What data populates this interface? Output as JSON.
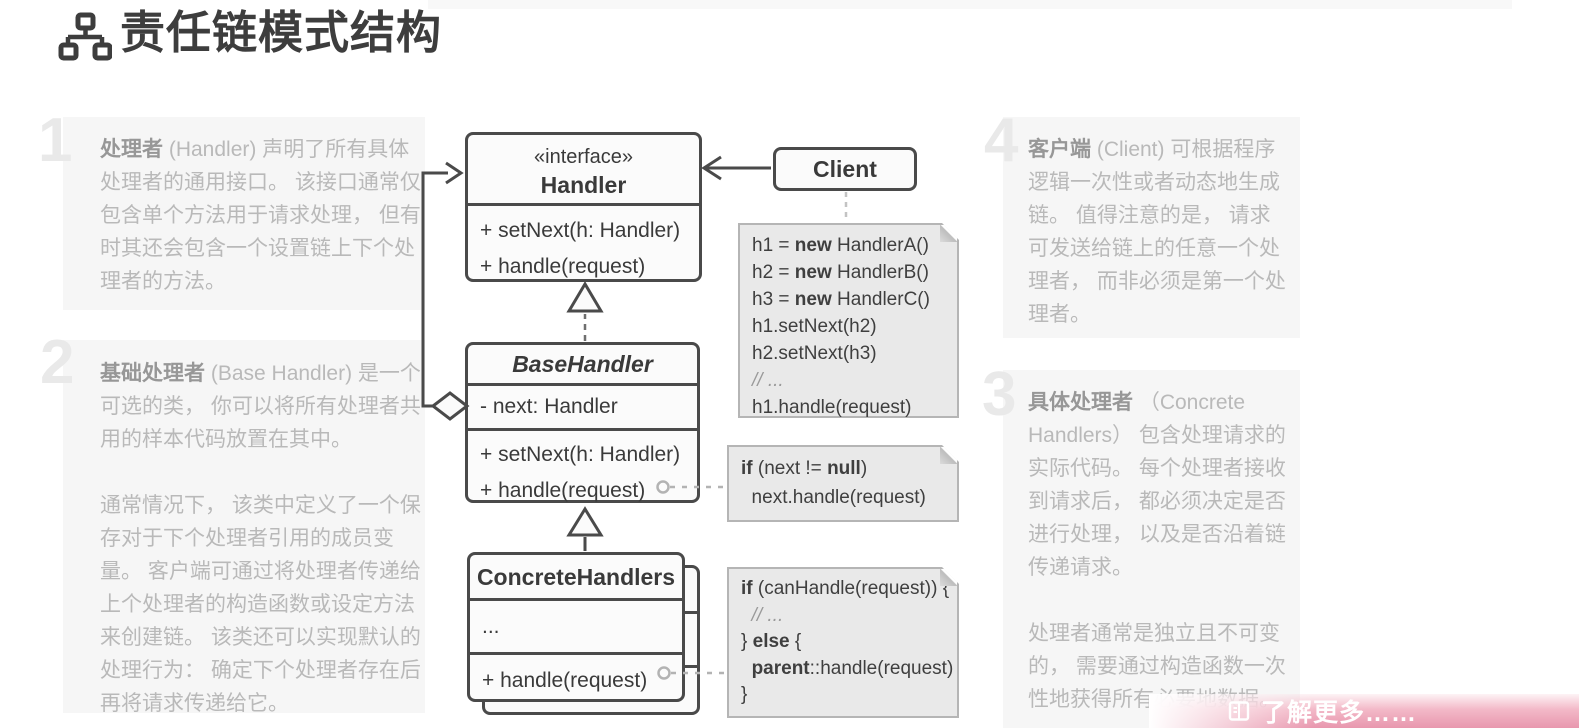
{
  "header": {
    "title": "责任链模式结构",
    "icon": "sitemap-icon"
  },
  "annotations": [
    {
      "number": "1",
      "term": "处理者",
      "text": " (Handler) 声明了所有具体处理者的通用接口。 该接口通常仅包含单个方法用于请求处理， 但有时其还会包含一个设置链上下个处理者的方法。",
      "text2": ""
    },
    {
      "number": "2",
      "term": "基础处理者",
      "text": " (Base Handler) 是一个可选的类， 你可以将所有处理者共用的样本代码放置在其中。",
      "text2": "通常情况下， 该类中定义了一个保存对于下个处理者引用的成员变量。 客户端可通过将处理者传递给上个处理者的构造函数或设定方法来创建链。 该类还可以实现默认的处理行为： 确定下个处理者存在后再将请求传递给它。"
    },
    {
      "number": "3",
      "term": "具体处理者",
      "text": " （Concrete Handlers） 包含处理请求的实际代码。 每个处理者接收到请求后， 都必须决定是否进行处理， 以及是否沿着链传递请求。",
      "text2": "处理者通常是独立且不可变的， 需要通过构造函数一次性地获得所有必要地数据。"
    },
    {
      "number": "4",
      "term": "客户端",
      "text": " (Client) 可根据程序逻辑一次性或者动态地生成链。 值得注意的是， 请求可发送给链上的任意一个处理者， 而非必须是第一个处理者。",
      "text2": ""
    }
  ],
  "uml": {
    "interface": {
      "stereotype": "«interface»",
      "name": "Handler",
      "methods": [
        "+ setNext(h: Handler)",
        "+ handle(request)"
      ]
    },
    "client": {
      "name": "Client"
    },
    "base": {
      "name": "BaseHandler",
      "attribute": "- next: Handler",
      "methods": [
        "+ setNext(h: Handler)",
        "+ handle(request)"
      ]
    },
    "concrete": {
      "name": "ConcreteHandlers",
      "attribute": "...",
      "method": "+ handle(request)"
    }
  },
  "notes": {
    "client_code": [
      [
        [
          "n",
          "h1 = "
        ],
        [
          "b",
          "new"
        ],
        [
          "n",
          " HandlerA()"
        ]
      ],
      [
        [
          "n",
          "h2 = "
        ],
        [
          "b",
          "new"
        ],
        [
          "n",
          " HandlerB()"
        ]
      ],
      [
        [
          "n",
          "h3 = "
        ],
        [
          "b",
          "new"
        ],
        [
          "n",
          " HandlerC()"
        ]
      ],
      [
        [
          "n",
          "h1.setNext(h2)"
        ]
      ],
      [
        [
          "n",
          "h2.setNext(h3)"
        ]
      ],
      [
        [
          "i",
          "// ..."
        ]
      ],
      [
        [
          "n",
          "h1.handle(request)"
        ]
      ]
    ],
    "base_handle_code": [
      [
        [
          "b",
          "if"
        ],
        [
          "n",
          " (next != "
        ],
        [
          "b",
          "null"
        ],
        [
          "n",
          ")"
        ]
      ],
      [
        [
          "n",
          "  next.handle(request)"
        ]
      ]
    ],
    "concrete_handle_code": [
      [
        [
          "b",
          "if"
        ],
        [
          "n",
          " (canHandle(request)) {"
        ]
      ],
      [
        [
          "i",
          "  // ..."
        ]
      ],
      [
        [
          "n",
          "} "
        ],
        [
          "b",
          "else"
        ],
        [
          "n",
          " {"
        ]
      ],
      [
        [
          "n",
          "  "
        ],
        [
          "b",
          "parent"
        ],
        [
          "n",
          "::handle(request)"
        ]
      ],
      [
        [
          "n",
          "}"
        ]
      ]
    ]
  },
  "banner": {
    "label": "了解更多……",
    "icon": "book-icon"
  },
  "colors": {
    "title_text": "#3d3d3d",
    "box_border": "#4a4a4a",
    "box_bg": "#fbfbfb",
    "note_bg": "#e9e9e9",
    "note_border": "#b5b5b5",
    "annotation_bg": "#f6f6f6",
    "annotation_text": "#b9b9b9",
    "numeral": "#e9e9e9",
    "comment_text": "#9a9a9a",
    "banner_pink": "#e897ae",
    "connector_gray": "#b3b3b3"
  }
}
